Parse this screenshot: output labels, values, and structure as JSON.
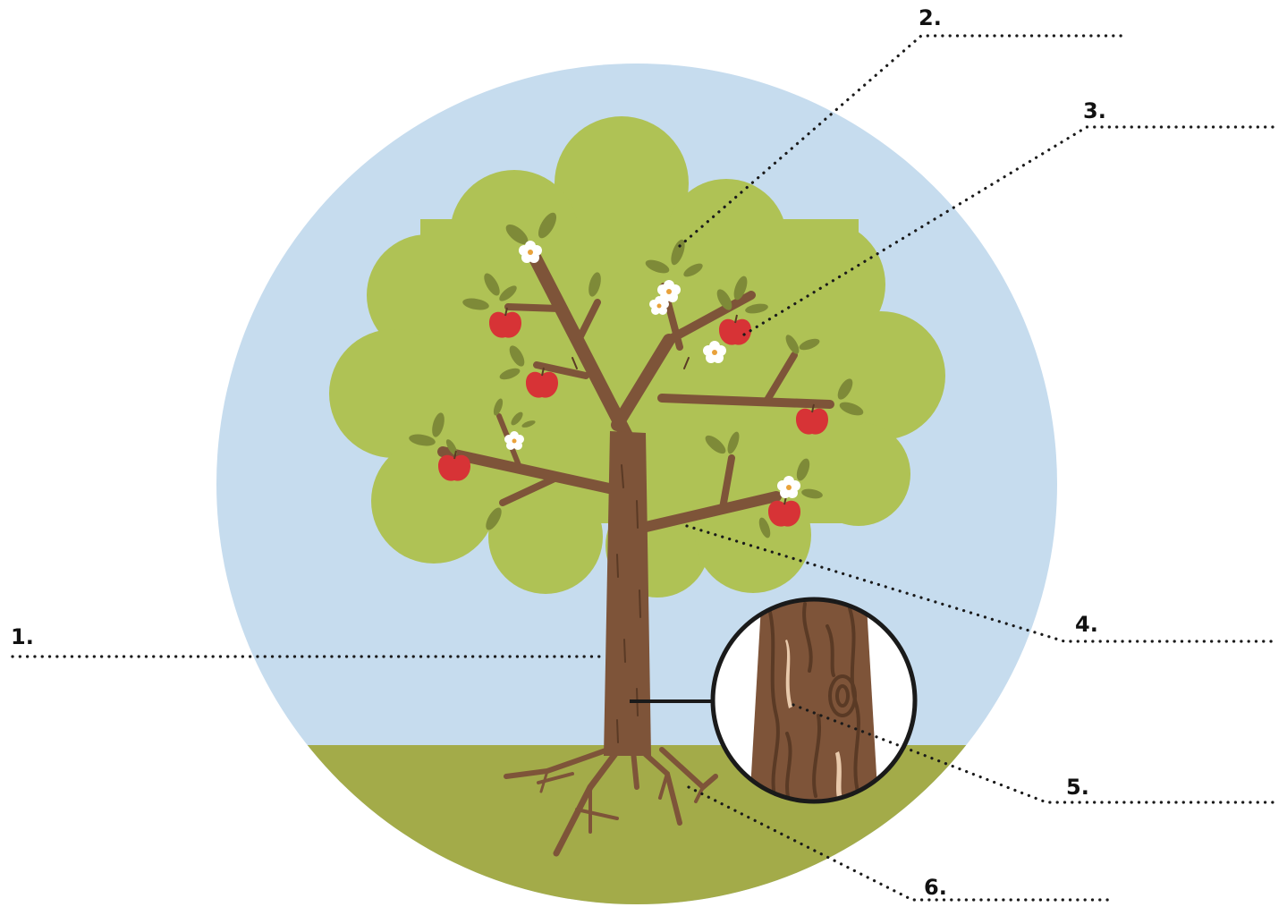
{
  "labels": [
    {
      "id": "1",
      "text": "1."
    },
    {
      "id": "2",
      "text": "2."
    },
    {
      "id": "3",
      "text": "3."
    },
    {
      "id": "4",
      "text": "4."
    },
    {
      "id": "5",
      "text": "5."
    },
    {
      "id": "6",
      "text": "6."
    }
  ],
  "colors": {
    "sky": "#c6dcee",
    "grass": "#a3ab49",
    "canopy": "#afc255",
    "trunk": "#7e5439",
    "trunk_dark": "#5a3a25",
    "apple": "#d73336",
    "leaf": "#7e8a38",
    "flower": "#ffffff",
    "bark_light": "#e8c9ab",
    "leader_line": "#1a1a1a"
  },
  "icons": [
    "apple-icon",
    "flower-icon",
    "leaf-icon",
    "bark-magnifier-icon"
  ]
}
